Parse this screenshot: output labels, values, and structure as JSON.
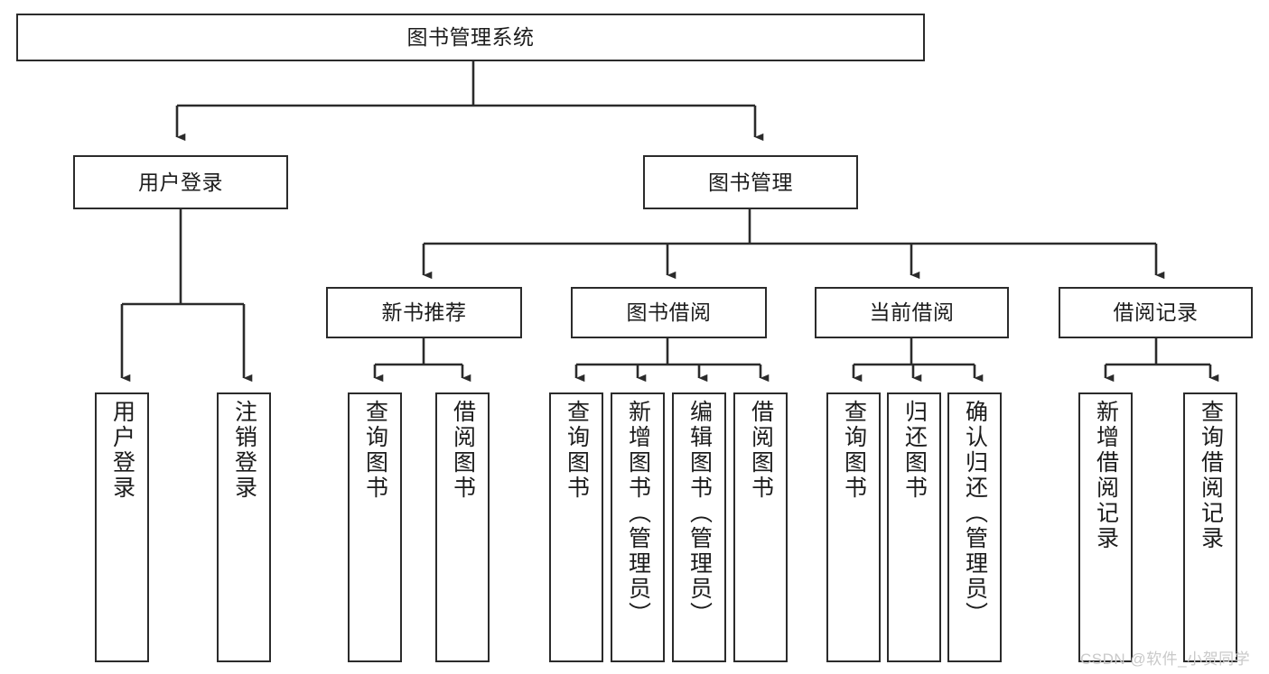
{
  "diagram": {
    "title": "图书管理系统",
    "type": "tree-hierarchy",
    "watermark": "CSDN @软件_小贺同学",
    "colors": {
      "stroke": "#2b2b2b",
      "fill": "#ffffff",
      "text": "#1c1c1c",
      "watermark": "#c9c9c9"
    },
    "nodes": {
      "root": {
        "label": "图书管理系统"
      },
      "level2": [
        {
          "id": "user-login",
          "label": "用户登录"
        },
        {
          "id": "book-management",
          "label": "图书管理"
        }
      ],
      "level3": [
        {
          "id": "new-book-recommend",
          "label": "新书推荐"
        },
        {
          "id": "book-borrow",
          "label": "图书借阅"
        },
        {
          "id": "current-borrow",
          "label": "当前借阅"
        },
        {
          "id": "borrow-record",
          "label": "借阅记录"
        }
      ],
      "leaves": {
        "user_login": [
          {
            "id": "leaf-user-login",
            "label": "用户登录"
          },
          {
            "id": "leaf-logout-login",
            "label": "注销登录"
          }
        ],
        "new_book_recommend": [
          {
            "id": "leaf-query-book-1",
            "label": "查询图书"
          },
          {
            "id": "leaf-borrow-book-1",
            "label": "借阅图书"
          }
        ],
        "book_borrow": [
          {
            "id": "leaf-query-book-2",
            "label": "查询图书"
          },
          {
            "id": "leaf-add-book",
            "label": "新增图书（管理员）"
          },
          {
            "id": "leaf-edit-book",
            "label": "编辑图书（管理员）"
          },
          {
            "id": "leaf-borrow-book-2",
            "label": "借阅图书"
          }
        ],
        "current_borrow": [
          {
            "id": "leaf-query-book-3",
            "label": "查询图书"
          },
          {
            "id": "leaf-return-book",
            "label": "归还图书"
          },
          {
            "id": "leaf-confirm-return",
            "label": "确认归还（管理员）"
          }
        ],
        "borrow_record": [
          {
            "id": "leaf-add-record",
            "label": "新增借阅记录"
          },
          {
            "id": "leaf-query-record",
            "label": "查询借阅记录"
          }
        ]
      }
    }
  }
}
